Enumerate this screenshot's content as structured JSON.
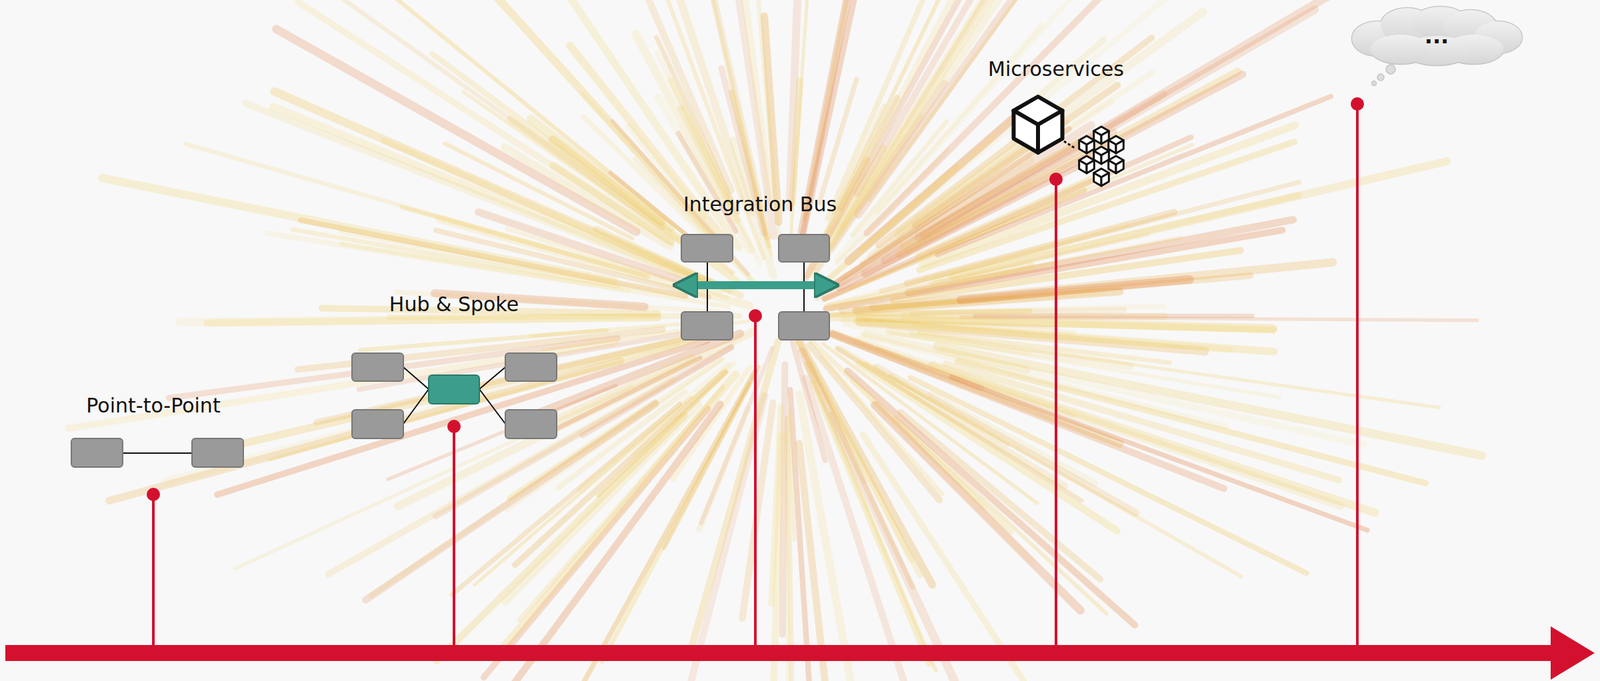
{
  "diagram": {
    "nodes": [
      {
        "text": [
          "..."
        ]
      }
    ],
    "labels": [
      "Point-to-Point",
      "Hub & Spoke",
      "Integration Bus",
      "Microservices"
    ]
  }
}
